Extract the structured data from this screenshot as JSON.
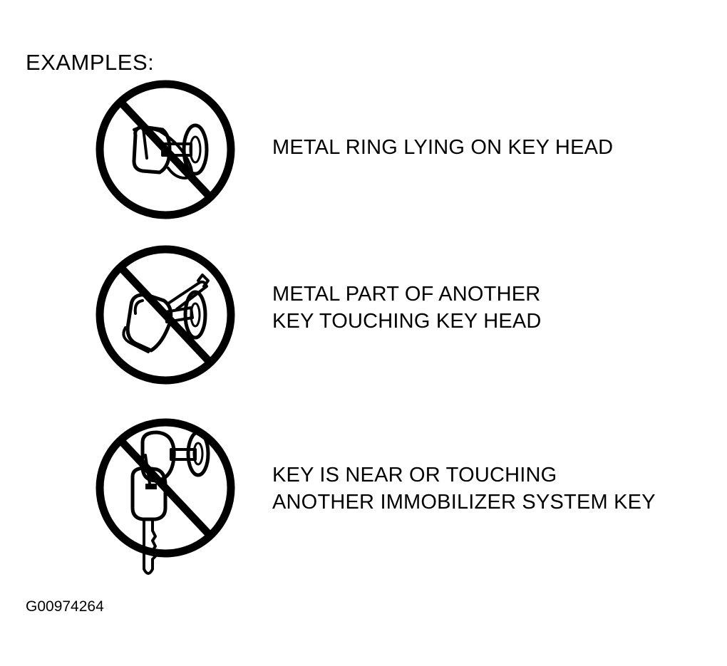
{
  "heading": "EXAMPLES:",
  "examples": [
    {
      "icon": "prohibited-metal-ring-icon",
      "lines": [
        "METAL RING LYING ON KEY HEAD"
      ]
    },
    {
      "icon": "prohibited-other-key-icon",
      "lines": [
        "METAL PART OF ANOTHER",
        "KEY TOUCHING KEY HEAD"
      ]
    },
    {
      "icon": "prohibited-immobilizer-key-icon",
      "lines": [
        "KEY IS NEAR OR TOUCHING",
        "ANOTHER IMMOBILIZER SYSTEM KEY"
      ]
    }
  ],
  "figure_id": "G00974264"
}
